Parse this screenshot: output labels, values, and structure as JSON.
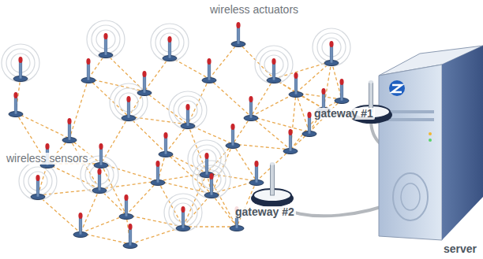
{
  "diagram": {
    "labels": [
      "wireless actuators",
      "wireless sensors",
      "gateway #1",
      "gateway #2",
      "server"
    ]
  }
}
